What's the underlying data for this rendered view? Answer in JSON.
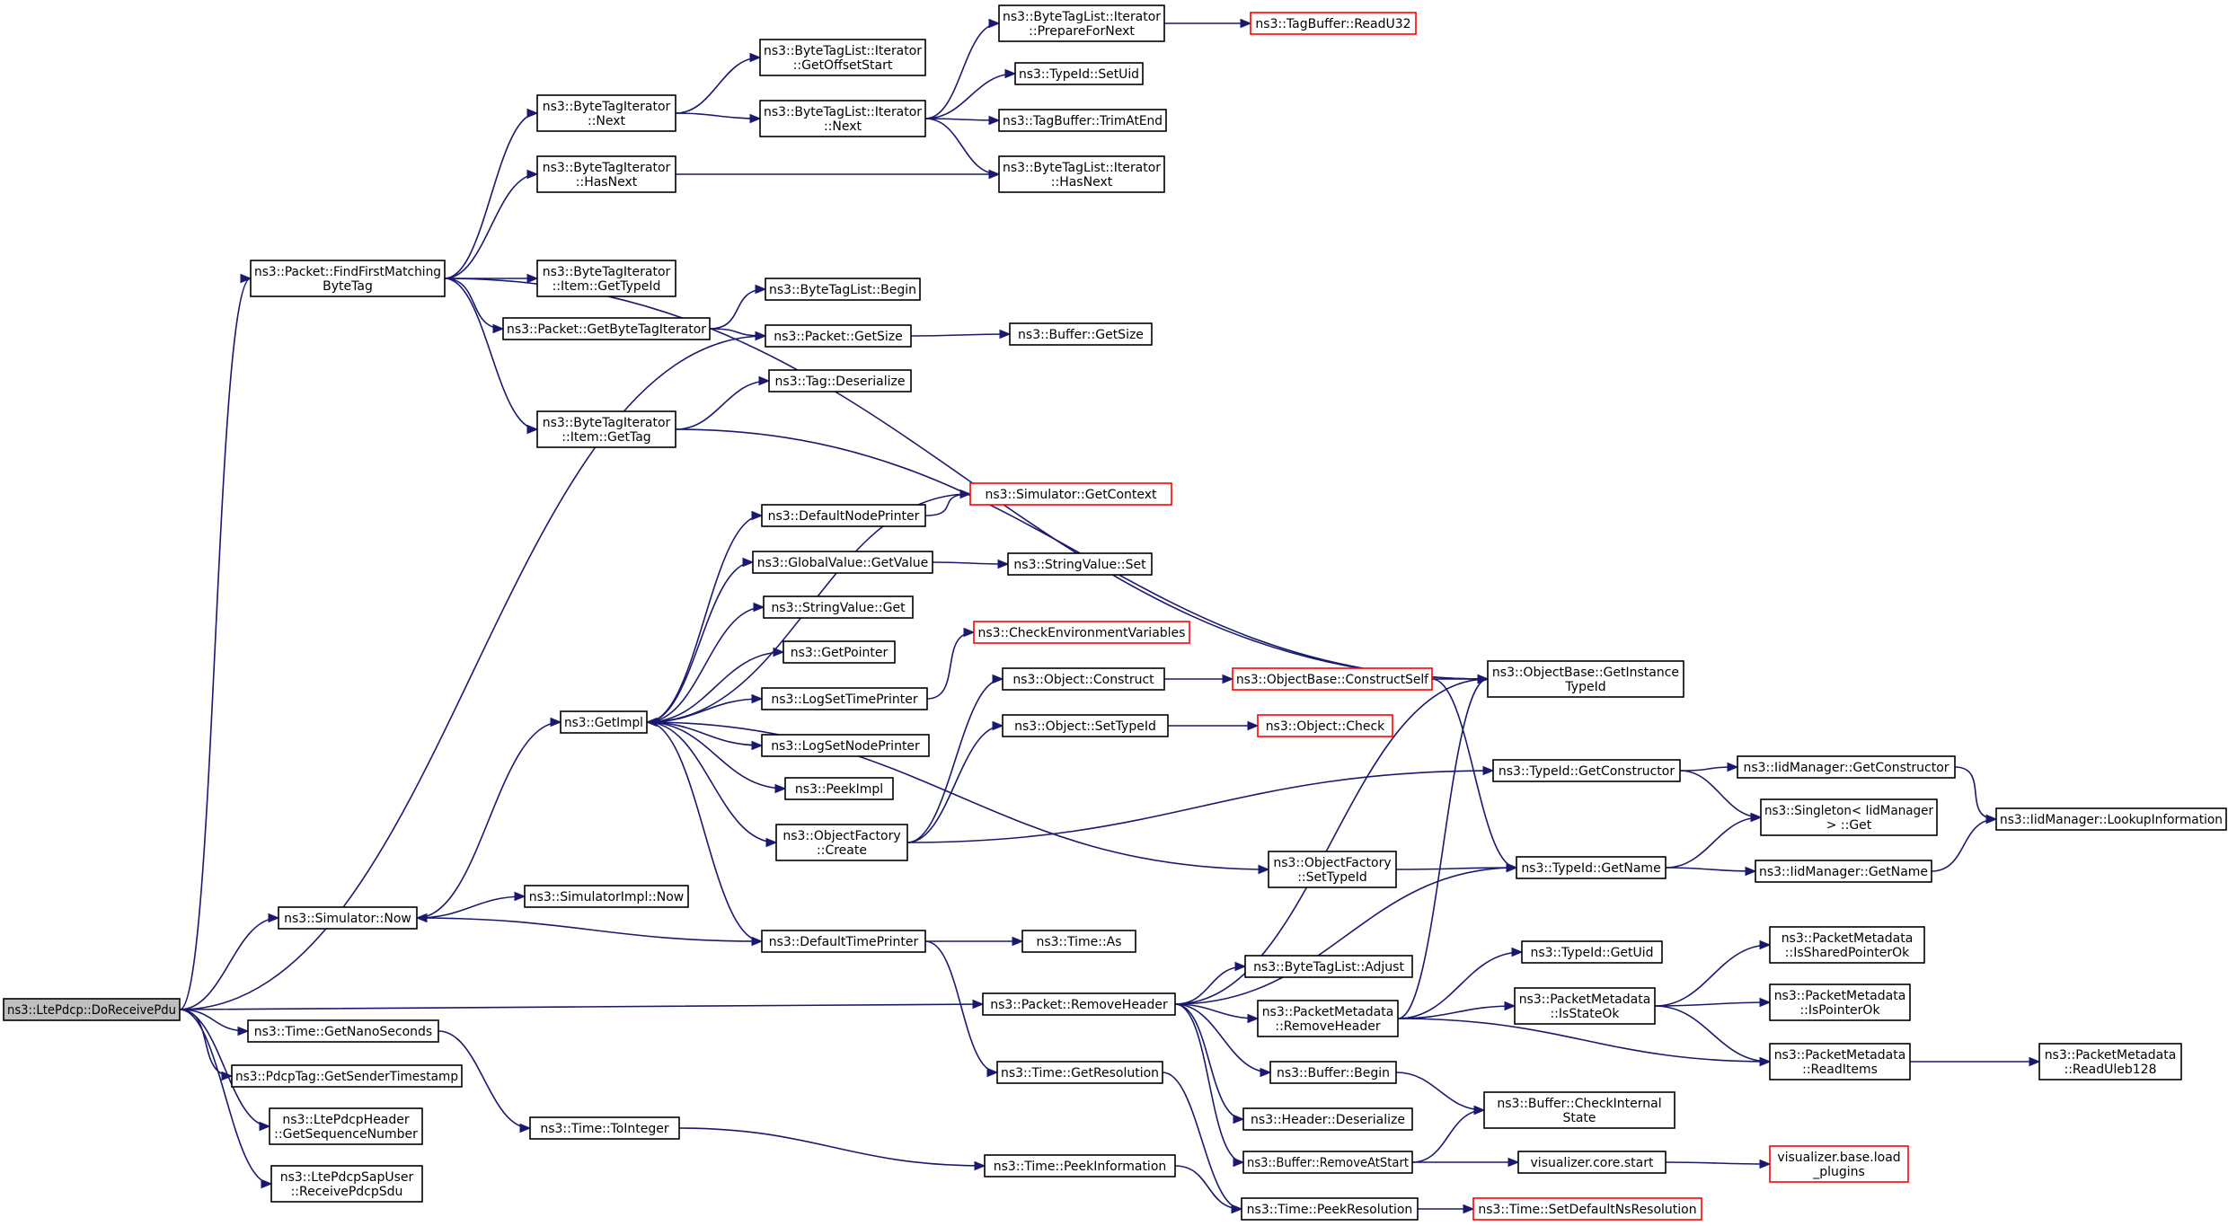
{
  "colors": {
    "edge": "#191970",
    "border": "#000000",
    "truncated_border": "#ff0000",
    "root_fill": "#bfbfbf",
    "node_fill": "#ffffff"
  },
  "nodes": [
    {
      "id": "root",
      "lines": [
        "ns3::LtePdcp::DoReceivePdu"
      ],
      "root": true
    },
    {
      "id": "findFirst",
      "lines": [
        "ns3::Packet::FindFirstMatching",
        "ByteTag"
      ]
    },
    {
      "id": "bti_next",
      "lines": [
        "ns3::ByteTagIterator",
        "::Next"
      ]
    },
    {
      "id": "bti_hasnext",
      "lines": [
        "ns3::ByteTagIterator",
        "::HasNext"
      ]
    },
    {
      "id": "bti_item_typeid",
      "lines": [
        "ns3::ByteTagIterator",
        "::Item::GetTypeId"
      ]
    },
    {
      "id": "pkt_getbti",
      "lines": [
        "ns3::Packet::GetByteTagIterator"
      ]
    },
    {
      "id": "bti_item_gettag",
      "lines": [
        "ns3::ByteTagIterator",
        "::Item::GetTag"
      ]
    },
    {
      "id": "btl_it_offset",
      "lines": [
        "ns3::ByteTagList::Iterator",
        "::GetOffsetStart"
      ]
    },
    {
      "id": "btl_it_next",
      "lines": [
        "ns3::ByteTagList::Iterator",
        "::Next"
      ]
    },
    {
      "id": "btl_begin",
      "lines": [
        "ns3::ByteTagList::Begin"
      ]
    },
    {
      "id": "pkt_getsize",
      "lines": [
        "ns3::Packet::GetSize"
      ]
    },
    {
      "id": "tag_deser",
      "lines": [
        "ns3::Tag::Deserialize"
      ]
    },
    {
      "id": "btl_it_prepare",
      "lines": [
        "ns3::ByteTagList::Iterator",
        "::PrepareForNext"
      ]
    },
    {
      "id": "typeid_setuid",
      "lines": [
        "ns3::TypeId::SetUid"
      ]
    },
    {
      "id": "tagbuf_trim",
      "lines": [
        "ns3::TagBuffer::TrimAtEnd"
      ]
    },
    {
      "id": "btl_it_hasnext",
      "lines": [
        "ns3::ByteTagList::Iterator",
        "::HasNext"
      ]
    },
    {
      "id": "buf_getsize",
      "lines": [
        "ns3::Buffer::GetSize"
      ]
    },
    {
      "id": "tagbuf_readu32",
      "lines": [
        "ns3::TagBuffer::ReadU32"
      ],
      "truncated": true
    },
    {
      "id": "objbase_getinst",
      "lines": [
        "ns3::ObjectBase::GetInstance",
        "TypeId"
      ]
    },
    {
      "id": "getimpl",
      "lines": [
        "ns3::GetImpl"
      ]
    },
    {
      "id": "def_node_printer",
      "lines": [
        "ns3::DefaultNodePrinter"
      ]
    },
    {
      "id": "gv_getvalue",
      "lines": [
        "ns3::GlobalValue::GetValue"
      ]
    },
    {
      "id": "sv_get",
      "lines": [
        "ns3::StringValue::Get"
      ]
    },
    {
      "id": "getpointer",
      "lines": [
        "ns3::GetPointer"
      ]
    },
    {
      "id": "log_set_time",
      "lines": [
        "ns3::LogSetTimePrinter"
      ]
    },
    {
      "id": "log_set_node",
      "lines": [
        "ns3::LogSetNodePrinter"
      ]
    },
    {
      "id": "peekimpl",
      "lines": [
        "ns3::PeekImpl"
      ]
    },
    {
      "id": "objfactory_create",
      "lines": [
        "ns3::ObjectFactory",
        "::Create"
      ]
    },
    {
      "id": "def_time_printer",
      "lines": [
        "ns3::DefaultTimePrinter"
      ]
    },
    {
      "id": "sim_getcontext",
      "lines": [
        "ns3::Simulator::GetContext"
      ],
      "truncated": true
    },
    {
      "id": "sv_set",
      "lines": [
        "ns3::StringValue::Set"
      ]
    },
    {
      "id": "check_env",
      "lines": [
        "ns3::CheckEnvironmentVariables"
      ],
      "truncated": true
    },
    {
      "id": "obj_construct",
      "lines": [
        "ns3::Object::Construct"
      ]
    },
    {
      "id": "obj_settypeid",
      "lines": [
        "ns3::Object::SetTypeId"
      ]
    },
    {
      "id": "objbase_constructself",
      "lines": [
        "ns3::ObjectBase::ConstructSelf"
      ],
      "truncated": true
    },
    {
      "id": "obj_check",
      "lines": [
        "ns3::Object::Check"
      ],
      "truncated": true
    },
    {
      "id": "typeid_getconstructor",
      "lines": [
        "ns3::TypeId::GetConstructor"
      ]
    },
    {
      "id": "iid_getconstructor",
      "lines": [
        "ns3::IidManager::GetConstructor"
      ]
    },
    {
      "id": "singleton_get",
      "lines": [
        "ns3::Singleton< IidManager",
        "> ::Get"
      ]
    },
    {
      "id": "iid_lookup",
      "lines": [
        "ns3::IidManager::LookupInformation"
      ]
    },
    {
      "id": "objfactory_settypeid",
      "lines": [
        "ns3::ObjectFactory",
        "::SetTypeId"
      ]
    },
    {
      "id": "typeid_getname",
      "lines": [
        "ns3::TypeId::GetName"
      ]
    },
    {
      "id": "iid_getname",
      "lines": [
        "ns3::IidManager::GetName"
      ]
    },
    {
      "id": "sim_now",
      "lines": [
        "ns3::Simulator::Now"
      ]
    },
    {
      "id": "simimpl_now",
      "lines": [
        "ns3::SimulatorImpl::Now"
      ]
    },
    {
      "id": "time_as",
      "lines": [
        "ns3::Time::As"
      ]
    },
    {
      "id": "pkt_removeheader",
      "lines": [
        "ns3::Packet::RemoveHeader"
      ]
    },
    {
      "id": "btl_adjust",
      "lines": [
        "ns3::ByteTagList::Adjust"
      ]
    },
    {
      "id": "pm_removeheader",
      "lines": [
        "ns3::PacketMetadata",
        "::RemoveHeader"
      ]
    },
    {
      "id": "buf_begin",
      "lines": [
        "ns3::Buffer::Begin"
      ]
    },
    {
      "id": "header_deser",
      "lines": [
        "ns3::Header::Deserialize"
      ]
    },
    {
      "id": "buf_removeatstart",
      "lines": [
        "ns3::Buffer::RemoveAtStart"
      ]
    },
    {
      "id": "typeid_getuid",
      "lines": [
        "ns3::TypeId::GetUid"
      ]
    },
    {
      "id": "pm_isstateok",
      "lines": [
        "ns3::PacketMetadata",
        "::IsStateOk"
      ]
    },
    {
      "id": "buf_checkinternal",
      "lines": [
        "ns3::Buffer::CheckInternal",
        "State"
      ]
    },
    {
      "id": "viz_core_start",
      "lines": [
        "visualizer.core.start"
      ]
    },
    {
      "id": "viz_load_plugins",
      "lines": [
        "visualizer.base.load",
        "_plugins"
      ],
      "truncated": true
    },
    {
      "id": "pm_issharedok",
      "lines": [
        "ns3::PacketMetadata",
        "::IsSharedPointerOk"
      ]
    },
    {
      "id": "pm_ispointerok",
      "lines": [
        "ns3::PacketMetadata",
        "::IsPointerOk"
      ]
    },
    {
      "id": "pm_readitems",
      "lines": [
        "ns3::PacketMetadata",
        "::ReadItems"
      ]
    },
    {
      "id": "pm_readuleb",
      "lines": [
        "ns3::PacketMetadata",
        "::ReadUleb128"
      ]
    },
    {
      "id": "time_getnanos",
      "lines": [
        "ns3::Time::GetNanoSeconds"
      ]
    },
    {
      "id": "time_tointeger",
      "lines": [
        "ns3::Time::ToInteger"
      ]
    },
    {
      "id": "time_getres",
      "lines": [
        "ns3::Time::GetResolution"
      ]
    },
    {
      "id": "time_peekinfo",
      "lines": [
        "ns3::Time::PeekInformation"
      ]
    },
    {
      "id": "time_peekres",
      "lines": [
        "ns3::Time::PeekResolution"
      ]
    },
    {
      "id": "time_setdefault",
      "lines": [
        "ns3::Time::SetDefaultNsResolution"
      ],
      "truncated": true
    },
    {
      "id": "pdcptag_getsender",
      "lines": [
        "ns3::PdcpTag::GetSenderTimestamp"
      ]
    },
    {
      "id": "ltepdcphdr_getseq",
      "lines": [
        "ns3::LtePdcpHeader",
        "::GetSequenceNumber"
      ]
    },
    {
      "id": "ltepdcpsap_recv",
      "lines": [
        "ns3::LtePdcpSapUser",
        "::ReceivePdcpSdu"
      ]
    }
  ],
  "edges": [
    [
      "root",
      "findFirst"
    ],
    [
      "root",
      "pkt_getsize"
    ],
    [
      "root",
      "sim_now"
    ],
    [
      "root",
      "pkt_removeheader"
    ],
    [
      "root",
      "time_getnanos"
    ],
    [
      "root",
      "pdcptag_getsender"
    ],
    [
      "root",
      "ltepdcphdr_getseq"
    ],
    [
      "root",
      "ltepdcpsap_recv"
    ],
    [
      "findFirst",
      "bti_next"
    ],
    [
      "findFirst",
      "bti_hasnext"
    ],
    [
      "findFirst",
      "objbase_getinst"
    ],
    [
      "findFirst",
      "bti_item_typeid"
    ],
    [
      "findFirst",
      "pkt_getbti"
    ],
    [
      "findFirst",
      "bti_item_gettag"
    ],
    [
      "bti_next",
      "btl_it_offset"
    ],
    [
      "bti_next",
      "btl_it_next"
    ],
    [
      "bti_hasnext",
      "btl_it_hasnext"
    ],
    [
      "btl_it_next",
      "btl_it_prepare"
    ],
    [
      "btl_it_next",
      "typeid_setuid"
    ],
    [
      "btl_it_next",
      "tagbuf_trim"
    ],
    [
      "btl_it_next",
      "btl_it_hasnext"
    ],
    [
      "btl_it_prepare",
      "tagbuf_readu32"
    ],
    [
      "pkt_getbti",
      "btl_begin"
    ],
    [
      "pkt_getbti",
      "pkt_getsize"
    ],
    [
      "pkt_getsize",
      "buf_getsize"
    ],
    [
      "bti_item_gettag",
      "tag_deser"
    ],
    [
      "bti_item_gettag",
      "objbase_getinst"
    ],
    [
      "sim_now",
      "getimpl"
    ],
    [
      "sim_now",
      "simimpl_now"
    ],
    [
      "getimpl",
      "def_node_printer"
    ],
    [
      "getimpl",
      "gv_getvalue"
    ],
    [
      "getimpl",
      "sv_get"
    ],
    [
      "getimpl",
      "getpointer"
    ],
    [
      "getimpl",
      "log_set_time"
    ],
    [
      "getimpl",
      "log_set_node"
    ],
    [
      "getimpl",
      "peekimpl"
    ],
    [
      "getimpl",
      "objfactory_create"
    ],
    [
      "getimpl",
      "def_time_printer"
    ],
    [
      "getimpl",
      "objfactory_settypeid"
    ],
    [
      "def_node_printer",
      "sim_getcontext"
    ],
    [
      "sim_getcontext",
      "getimpl"
    ],
    [
      "gv_getvalue",
      "sv_set"
    ],
    [
      "log_set_time",
      "check_env"
    ],
    [
      "objfactory_create",
      "obj_construct"
    ],
    [
      "objfactory_create",
      "obj_settypeid"
    ],
    [
      "objfactory_create",
      "typeid_getconstructor"
    ],
    [
      "obj_construct",
      "objbase_constructself"
    ],
    [
      "objbase_constructself",
      "objbase_getinst"
    ],
    [
      "objbase_constructself",
      "typeid_getname"
    ],
    [
      "obj_settypeid",
      "obj_check"
    ],
    [
      "typeid_getconstructor",
      "iid_getconstructor"
    ],
    [
      "typeid_getconstructor",
      "singleton_get"
    ],
    [
      "iid_getconstructor",
      "iid_lookup"
    ],
    [
      "objfactory_settypeid",
      "typeid_getname"
    ],
    [
      "typeid_getname",
      "singleton_get"
    ],
    [
      "typeid_getname",
      "iid_getname"
    ],
    [
      "iid_getname",
      "iid_lookup"
    ],
    [
      "def_time_printer",
      "sim_now"
    ],
    [
      "def_time_printer",
      "time_as"
    ],
    [
      "def_time_printer",
      "time_getres"
    ],
    [
      "pkt_removeheader",
      "objbase_getinst"
    ],
    [
      "pkt_removeheader",
      "typeid_getname"
    ],
    [
      "pkt_removeheader",
      "btl_adjust"
    ],
    [
      "pkt_removeheader",
      "pm_removeheader"
    ],
    [
      "pkt_removeheader",
      "buf_begin"
    ],
    [
      "pkt_removeheader",
      "header_deser"
    ],
    [
      "pkt_removeheader",
      "buf_removeatstart"
    ],
    [
      "pm_removeheader",
      "objbase_getinst"
    ],
    [
      "pm_removeheader",
      "typeid_getuid"
    ],
    [
      "pm_removeheader",
      "pm_isstateok"
    ],
    [
      "pm_removeheader",
      "pm_readitems"
    ],
    [
      "pm_isstateok",
      "pm_issharedok"
    ],
    [
      "pm_isstateok",
      "pm_ispointerok"
    ],
    [
      "pm_isstateok",
      "pm_readitems"
    ],
    [
      "pm_readitems",
      "pm_readuleb"
    ],
    [
      "buf_begin",
      "buf_checkinternal"
    ],
    [
      "buf_removeatstart",
      "buf_checkinternal"
    ],
    [
      "buf_removeatstart",
      "viz_core_start"
    ],
    [
      "viz_core_start",
      "viz_load_plugins"
    ],
    [
      "time_getnanos",
      "time_tointeger"
    ],
    [
      "time_tointeger",
      "time_peekinfo"
    ],
    [
      "time_getres",
      "time_peekres"
    ],
    [
      "time_peekinfo",
      "time_peekres"
    ],
    [
      "time_peekres",
      "time_setdefault"
    ]
  ]
}
